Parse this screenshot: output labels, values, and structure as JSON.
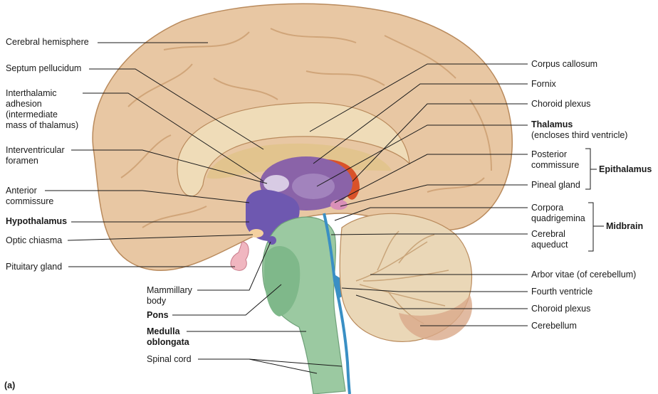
{
  "labels_left": [
    {
      "text": "Cerebral hemisphere"
    },
    {
      "text": "Septum pellucidum"
    },
    {
      "text": "Interthalamic\nadhesion\n(intermediate\nmass of thalamus)"
    },
    {
      "text": "Interventricular\nforamen"
    },
    {
      "text": "Anterior\ncommissure"
    },
    {
      "text": "Hypothalamus"
    },
    {
      "text": "Optic chiasma"
    },
    {
      "text": "Pituitary gland"
    },
    {
      "text": "Mammillary\nbody"
    },
    {
      "text": "Pons"
    },
    {
      "text": "Medulla\noblongata"
    },
    {
      "text": "Spinal cord"
    }
  ],
  "labels_right": [
    {
      "text": "Corpus callosum"
    },
    {
      "text": "Fornix"
    },
    {
      "text": "Choroid plexus"
    },
    {
      "text": "Thalamus"
    },
    {
      "text": "(encloses third ventricle)"
    },
    {
      "text": "Posterior\ncommissure"
    },
    {
      "text": "Pineal gland"
    },
    {
      "text": "Corpora\nquadrigemina"
    },
    {
      "text": "Cerebral\naqueduct"
    },
    {
      "text": "Arbor vitae (of cerebellum)"
    },
    {
      "text": "Fourth ventricle"
    },
    {
      "text": "Choroid plexus"
    },
    {
      "text": "Cerebellum"
    }
  ],
  "groups": [
    {
      "text": "Epithalamus"
    },
    {
      "text": "Midbrain"
    }
  ],
  "panel_label": "(a)",
  "colors": {
    "cortex": "#e8c7a3",
    "cortex_shadow": "#c99a6c",
    "corpus_callosum": "#efdcb8",
    "thalamus": "#8a63a8",
    "hypothalamus": "#6e58b0",
    "brainstem": "#9bc9a1",
    "aqueduct": "#3a8fc4",
    "cerebellum": "#ead7b7",
    "choroid": "#d9522a",
    "pineal": "#d98fb8"
  }
}
